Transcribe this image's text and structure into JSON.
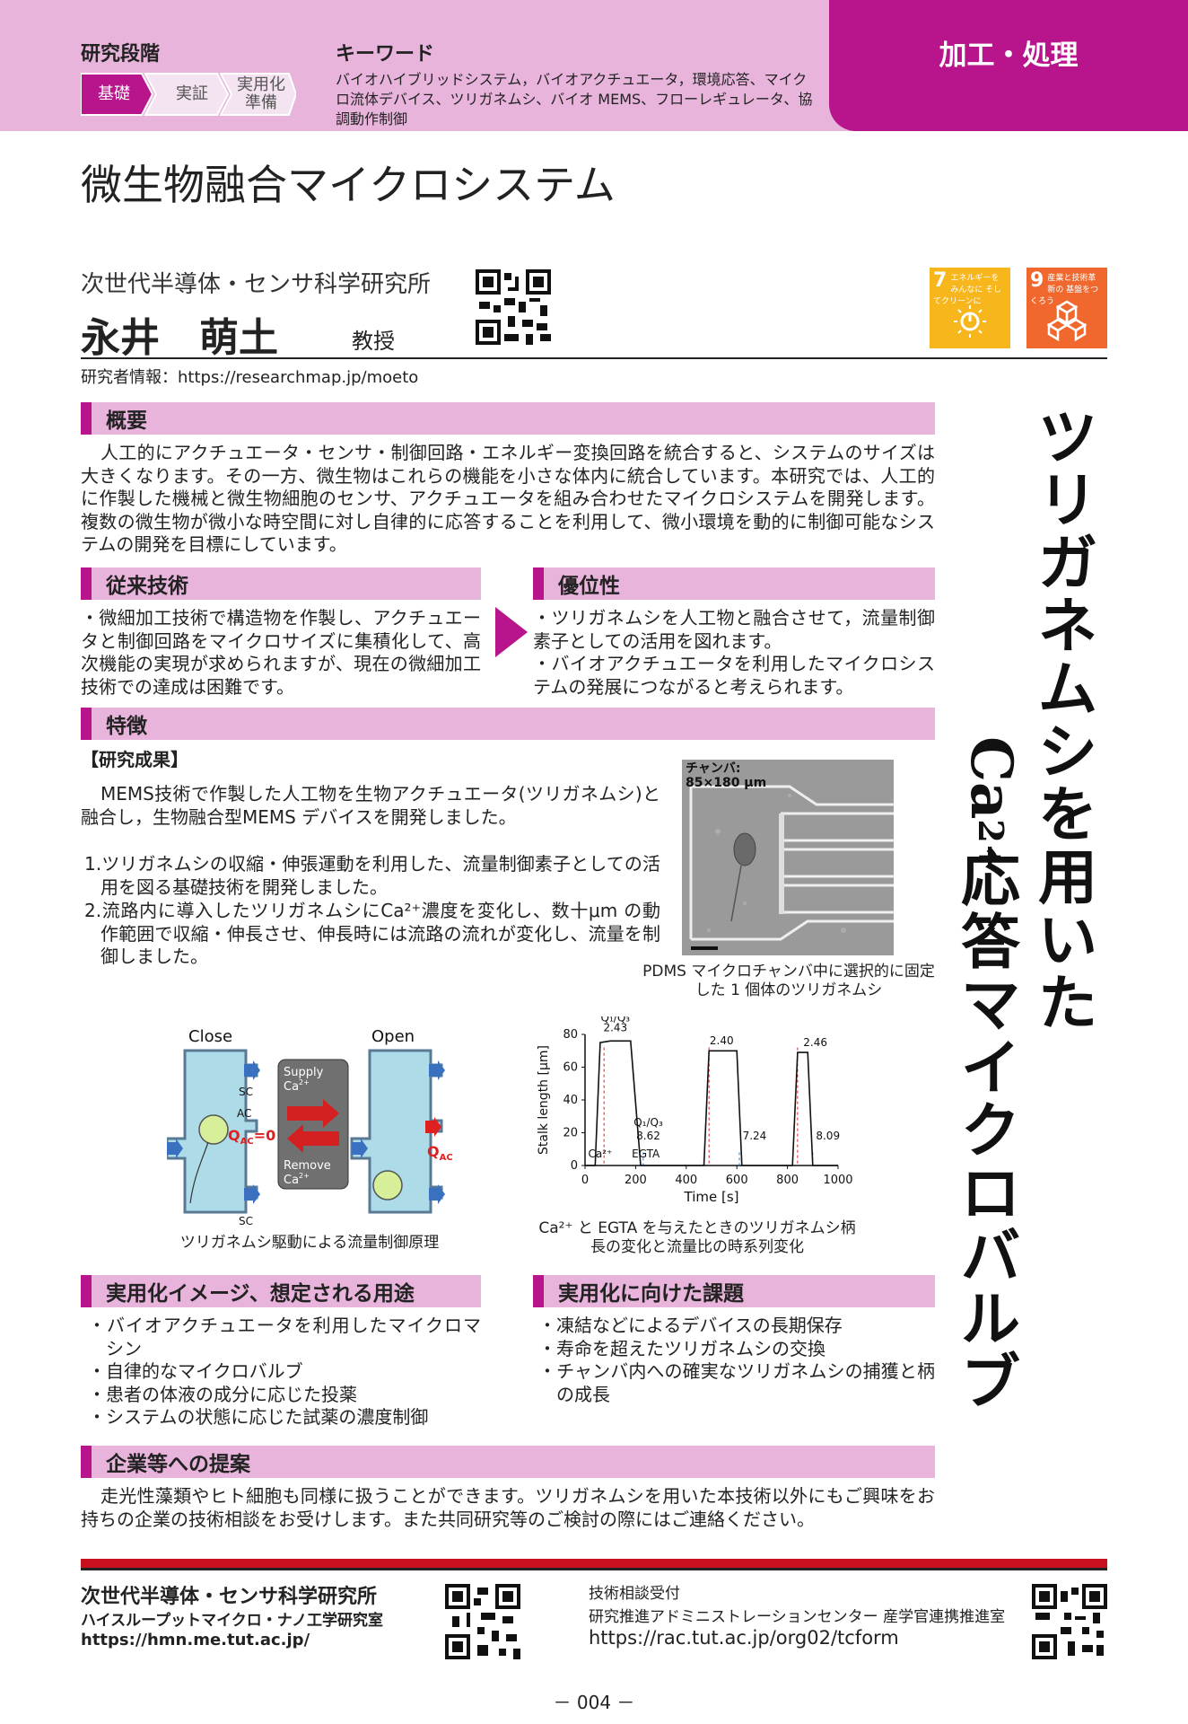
{
  "header": {
    "stage_label": "研究段階",
    "stages": [
      "基礎",
      "実証",
      "実用化\n準備"
    ],
    "keyword_label": "キーワード",
    "keywords": "バイオハイブリッドシステム，バイオアクチュエータ，環境応答、マイクロ流体デバイス、ツリガネムシ、バイオ MEMS、フローレギュレータ、協調動作制御",
    "category": "加工・処理"
  },
  "title": "微生物融合マイクロシステム",
  "researcher": {
    "institute": "次世代半導体・センサ科学研究所",
    "name": "永井　萌土",
    "position": "教授",
    "info": "研究者情報：https://researchmap.jp/moeto"
  },
  "sdgs": [
    {
      "num": "7",
      "text": "エネルギーをみんなに そしてクリーンに",
      "color": "#f6b61c"
    },
    {
      "num": "9",
      "text": "産業と技術革新の 基盤をつくろう",
      "color": "#f0682e"
    }
  ],
  "vertical_title": {
    "line1": "ツリガネムシを用いた",
    "line2_pre": "Ca",
    "line2_sup": "2+",
    "line2_post": "応答マイクロバルブ"
  },
  "sections": {
    "overview": {
      "title": "概要",
      "text": "人工的にアクチュエータ・センサ・制御回路・エネルギー変換回路を統合すると、システムのサイズは大きくなります。その一方、微生物はこれらの機能を小さな体内に統合しています。本研究では、人工的に作製した機械と微生物細胞のセンサ、アクチュエータを組み合わせたマイクロシステムを開発します。複数の微生物が微小な時空間に対し自律的に応答することを利用して、微小環境を動的に制御可能なシステムの開発を目標にしています。"
    },
    "prior": {
      "title": "従来技術",
      "text": "・微細加工技術で構造物を作製し、アクチュエータと制御回路をマイクロサイズに集積化して、高次機能の実現が求められますが、現在の微細加工技術での達成は困難です。"
    },
    "advantage": {
      "title": "優位性",
      "lines": [
        "・ツリガネムシを人工物と融合させて，流量制御素子としての活用を図れます。",
        "・バイオアクチュエータを利用したマイクロシステムの発展につながると考えられます。"
      ]
    },
    "features": {
      "title": "特徴",
      "subhead": "【研究成果】",
      "intro": "MEMS技術で作製した人工物を生物アクチュエータ(ツリガネムシ)と融合し，生物融合型MEMS デバイスを開発しました。",
      "items": [
        "1.ツリガネムシの収縮・伸張運動を利用した、流量制御素子としての活用を図る基礎技術を開発しました。",
        "2.流路内に導入したツリガネムシにCa²⁺濃度を変化し、数十μm の動作範囲で収縮・伸長させ、伸長時には流路の流れが変化し、流量を制御しました。"
      ]
    },
    "applications": {
      "title": "実用化イメージ、想定される用途",
      "items": [
        "・バイオアクチュエータを利用したマイクロマシン",
        "・自律的なマイクロバルブ",
        "・患者の体液の成分に応じた投薬",
        "・システムの状態に応じた試薬の濃度制御"
      ]
    },
    "challenges": {
      "title": "実用化に向けた課題",
      "items": [
        "・凍結などによるデバイスの長期保存",
        "・寿命を超えたツリガネムシの交換",
        "・チャンバ内への確実なツリガネムシの捕獲と柄の成長"
      ]
    },
    "proposal": {
      "title": "企業等への提案",
      "text": "走光性藻類やヒト細胞も同様に扱うことができます。ツリガネムシを用いた本技術以外にもご興味をお持ちの企業の技術相談をお受けします。また共同研究等のご検討の際にはご連絡ください。"
    }
  },
  "figures": {
    "micro": {
      "label1": "チャンバ:",
      "label2": "85×180 µm",
      "caption": "PDMS マイクロチャンバ中に選択的に固定した 1 個体のツリガネムシ"
    },
    "principle": {
      "close": "Close",
      "open": "Open",
      "sc": "SC",
      "ac": "AC",
      "qac": "Q",
      "qac_sub": "AC",
      "eq0": "=0",
      "supply": "Supply",
      "remove": "Remove",
      "ca": "Ca",
      "ca_sup": "2+",
      "caption": "ツリガネムシ駆動による流量制御原理"
    },
    "chart_caption": "Ca²⁺ と EGTA を与えたときのツリガネムシ柄長の変化と流量比の時系列変化"
  },
  "chart_data": {
    "type": "line",
    "title": "",
    "xlabel": "Time [s]",
    "ylabel": "Stalk length [µm]",
    "xlim": [
      0,
      1000
    ],
    "ylim": [
      0,
      80
    ],
    "xticks": [
      0,
      200,
      400,
      600,
      800,
      1000
    ],
    "yticks": [
      0,
      20,
      40,
      60,
      80
    ],
    "series": [
      {
        "x": [
          0,
          40,
          60,
          100,
          130,
          180,
          220,
          470,
          490,
          600,
          620,
          670,
          690,
          820,
          840,
          880,
          900,
          1000
        ],
        "y": [
          0,
          0,
          75,
          76,
          76,
          76,
          0,
          0,
          70,
          70,
          0,
          0,
          0,
          0,
          69,
          69,
          0,
          0
        ]
      }
    ],
    "annotations": [
      {
        "text": "Q₁/Q₃",
        "x": 120,
        "y": 88
      },
      {
        "text": "2.43",
        "x": 120,
        "y": 82
      },
      {
        "text": "2.40",
        "x": 540,
        "y": 74
      },
      {
        "text": "2.46",
        "x": 910,
        "y": 73
      },
      {
        "text": "Q₁/Q₃",
        "x": 250,
        "y": 24
      },
      {
        "text": "8.62",
        "x": 250,
        "y": 16
      },
      {
        "text": "7.24",
        "x": 670,
        "y": 16
      },
      {
        "text": "8.09",
        "x": 960,
        "y": 16
      },
      {
        "text": "Ca²⁺",
        "x": 60,
        "y": 5
      },
      {
        "text": "EGTA",
        "x": 240,
        "y": 5
      }
    ]
  },
  "footer": {
    "inst1": "次世代半導体・センサ科学研究所",
    "inst2": "ハイスループットマイクロ・ナノ工学研究室",
    "url1": "https://hmn.me.tut.ac.jp/",
    "consult": "技術相談受付",
    "center": "研究推進アドミニストレーションセンター 産学官連携推進室",
    "url2": "https://rac.tut.ac.jp/org02/tcform",
    "page": "－ 004 －"
  }
}
